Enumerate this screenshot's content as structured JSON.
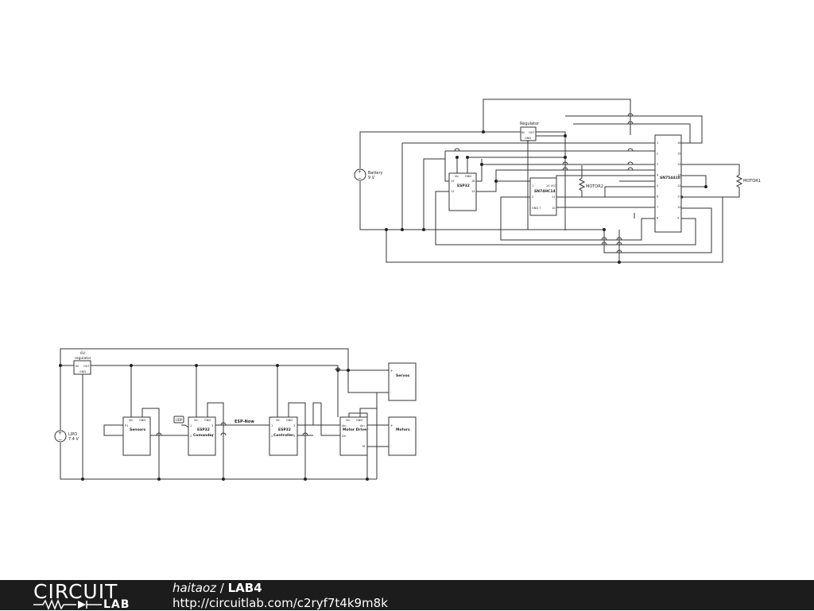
{
  "schematic1": {
    "regulator": {
      "title": "Regulator",
      "in": "IN",
      "out": "OUT",
      "gnd": "GND"
    },
    "battery": {
      "name": "Battery",
      "value": "9 V"
    },
    "esp32": {
      "name": "ESP32",
      "pin_vin": "Vin",
      "pin_gnd": "GND",
      "pin_15": "15",
      "pin_16": "16",
      "pin_13": "13",
      "pin_14": "14"
    },
    "hc14": {
      "name": "SN74HC14",
      "pin_1": "1",
      "pin_vcc": "14 VCC",
      "pin_2": "2",
      "pin_11": "11",
      "pin_gnd": "GND 7",
      "pin_10": "10"
    },
    "driver": {
      "name": "SN754410",
      "left_pins": [
        "1",
        "2",
        "3",
        "4",
        "5",
        "6",
        "7",
        "8"
      ],
      "right_pins": [
        "16",
        "15",
        "14",
        "13",
        "12",
        "11",
        "10",
        "9"
      ]
    },
    "motor1": "MOTOR1",
    "motor2": "MOTOR2"
  },
  "schematic2": {
    "regulator": {
      "title1": "6V",
      "title2": "regulator",
      "in": "IN",
      "out": "OUT",
      "gnd": "GND"
    },
    "battery": {
      "name": "LIPO",
      "value": "7.4 V"
    },
    "sensors": {
      "name": "Sensors",
      "vin": "Vin",
      "gnd": "GND",
      "pin": "P1"
    },
    "commander": {
      "name1": "ESP32",
      "name2": "Comander",
      "vin": "Vin",
      "gnd": "GND",
      "p1": "1",
      "p2": "2",
      "p3": "3",
      "p4": "4"
    },
    "controller": {
      "name1": "ESP32",
      "name2": "Controller",
      "vin": "Vin",
      "gnd": "GND",
      "p1": "1",
      "p2": "2",
      "p3": "3",
      "p4": "4"
    },
    "motor_driver": {
      "name": "Motor Driver",
      "vin": "Vin",
      "gnd": "GND",
      "ain": "AIn",
      "dir": "Dir",
      "m": "M"
    },
    "udp": "UDP",
    "espnow": "ESP-Now",
    "servos": {
      "name": "Servos",
      "plus": "+",
      "minus": "-"
    },
    "motors": {
      "name": "Motors",
      "plus": "+",
      "minus": "-"
    }
  },
  "footer": {
    "logo_top": "CIRCUIT",
    "logo_bottom": "LAB",
    "user": "haitaoz",
    "separator": " / ",
    "title": "LAB4",
    "url": "http://circuitlab.com/c2ryf7t4k9m8k"
  },
  "colors": {
    "footer_bg": "#1c1c1c",
    "wire": "#333333",
    "text_light": "#ffffff"
  }
}
